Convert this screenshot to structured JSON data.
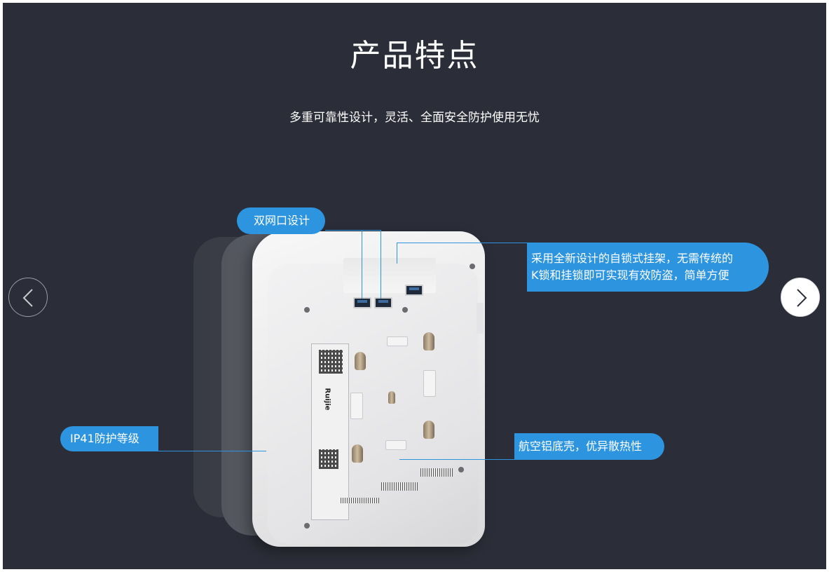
{
  "header": {
    "title": "产品特点",
    "subtitle": "多重可靠性设计，灵活、全面安全防护使用无忧"
  },
  "callouts": {
    "dual_ports": "双网口设计",
    "lock_line1": "采用全新设计的自锁式挂架，无需传统的",
    "lock_line2": "K锁和挂锁即可实现有效防盗，简单方便",
    "ip_rating": "IP41防护等级",
    "heat": "航空铝底壳，优异散热性"
  },
  "product": {
    "brand": "Ruijie"
  },
  "icons": {
    "prev": "chevron-left-icon",
    "next": "chevron-right-icon"
  },
  "colors": {
    "background": "#2b2e38",
    "accent": "#2d95e0",
    "text": "#ffffff"
  }
}
